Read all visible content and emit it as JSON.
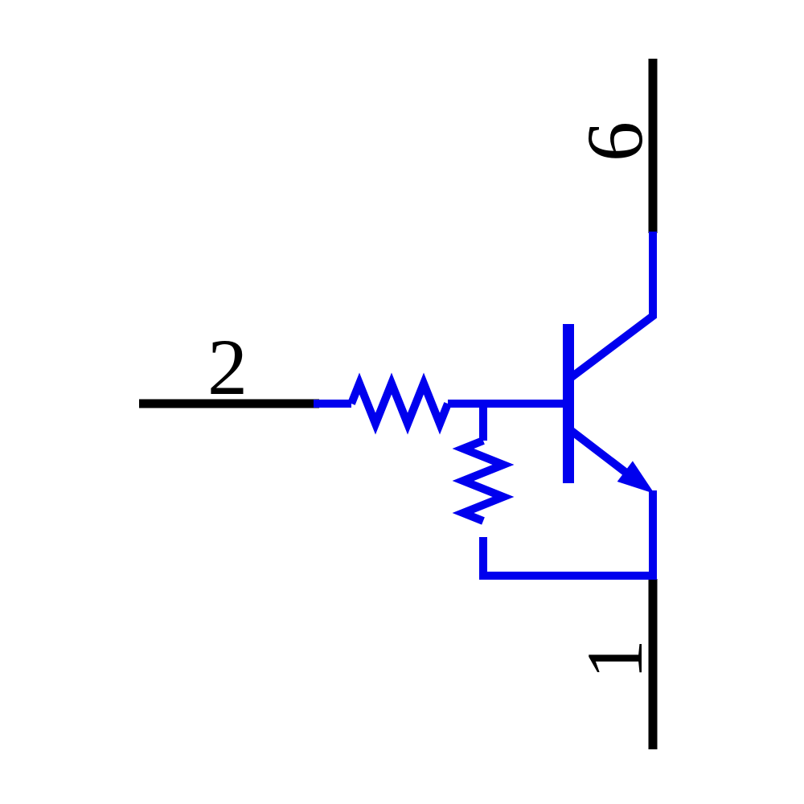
{
  "diagram": {
    "type": "circuit-schematic",
    "title": "Pre-biased NPN transistor subcircuit with base series resistor and base-emitter resistor",
    "colors": {
      "wire": "#0000ee",
      "pin_lead": "#000000",
      "label": "#000000",
      "background": "#ffffff"
    },
    "components": [
      {
        "id": "series-base-resistor",
        "kind": "resistor",
        "orientation": "horizontal"
      },
      {
        "id": "base-emitter-resistor",
        "kind": "resistor",
        "orientation": "vertical"
      },
      {
        "id": "transistor",
        "kind": "npn-bjt",
        "emitter_arrow": "outward"
      }
    ],
    "pins": [
      {
        "label": "2",
        "role": "base-input",
        "side": "left"
      },
      {
        "label": "6",
        "role": "collector",
        "side": "top-right"
      },
      {
        "label": "1",
        "role": "emitter",
        "side": "bottom-right"
      }
    ],
    "labels": {
      "pin2": "2",
      "pin6": "6",
      "pin1": "1"
    }
  }
}
